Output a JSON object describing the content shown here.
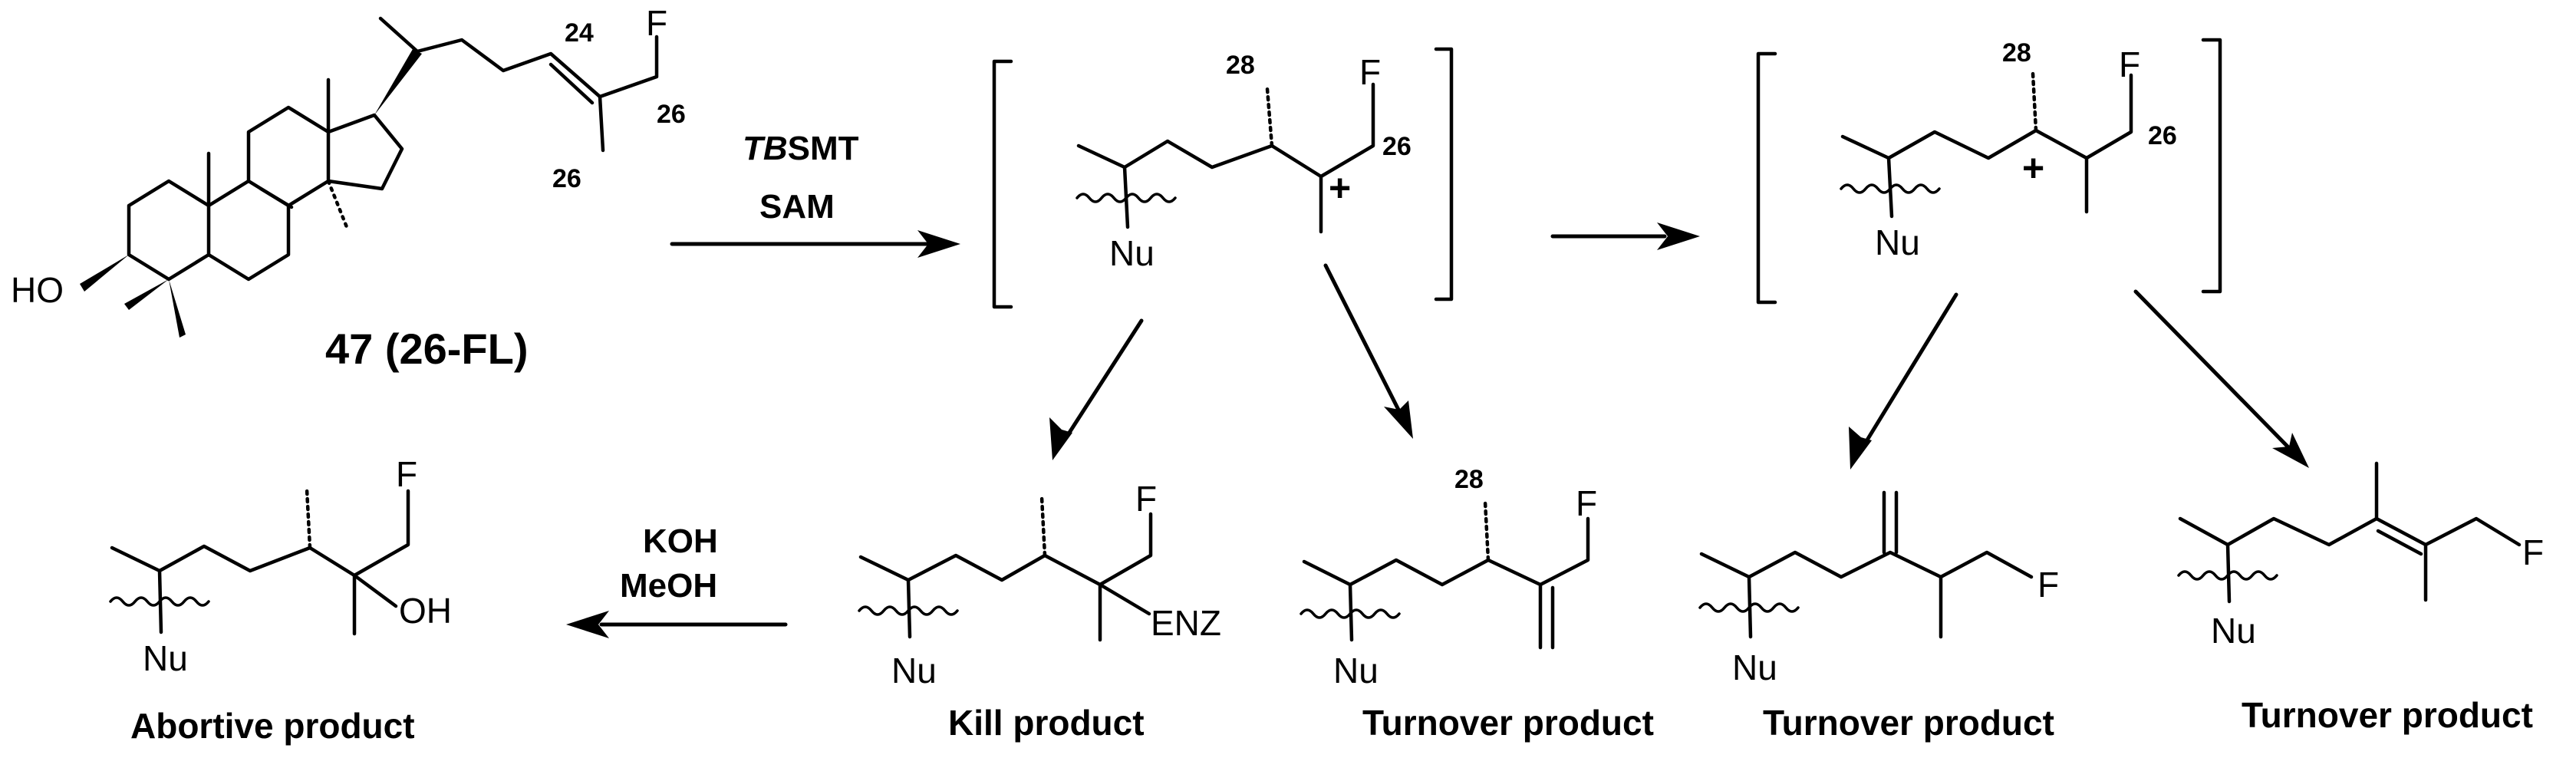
{
  "compound": {
    "label": "47 (26-FL)",
    "hydroxyl": "HO",
    "fluorine": "F",
    "locant_24": "24",
    "locant_26_top": "26",
    "locant_26_bottom": "26"
  },
  "conditions": {
    "enzyme_prefix": "TB",
    "enzyme_suffix": "SMT",
    "cofactor": "SAM",
    "base": "KOH",
    "solvent": "MeOH"
  },
  "intermediates": {
    "first": {
      "fluorine": "F",
      "nucleophile": "Nu",
      "locant_28": "28",
      "locant_26": "26",
      "charge": "+"
    },
    "second": {
      "fluorine": "F",
      "nucleophile": "Nu",
      "locant_28": "28",
      "locant_26": "26",
      "charge": "+"
    }
  },
  "products": [
    {
      "id": "abortive",
      "caption": "Abortive product",
      "fluorine": "F",
      "nucleophile": "Nu",
      "hydroxyl": "OH"
    },
    {
      "id": "kill",
      "caption": "Kill product",
      "fluorine": "F",
      "nucleophile": "Nu",
      "enzyme": "ENZ"
    },
    {
      "id": "turnover-1",
      "caption": "Turnover product",
      "fluorine": "F",
      "nucleophile": "Nu",
      "locant_28": "28"
    },
    {
      "id": "turnover-2",
      "caption": "Turnover product",
      "fluorine": "F",
      "nucleophile": "Nu"
    },
    {
      "id": "turnover-3",
      "caption": "Turnover product",
      "fluorine": "F",
      "nucleophile": "Nu"
    }
  ]
}
